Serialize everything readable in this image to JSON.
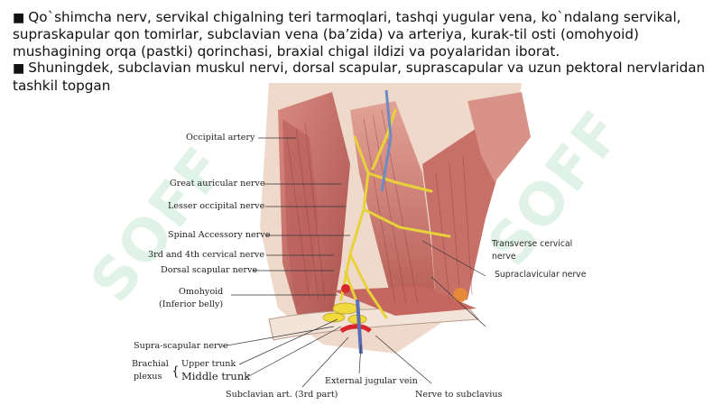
{
  "bullets": [
    "Qo`shimcha nerv, servikal chigalning teri tarmoqlari, tashqi yugular vena, ko`ndalang servikal, supraskapular qon tomirlar, subclavian vena (ba’zida) va arteriya, kurak-til osti (omohyoid) mushagining orqa (pastki) qorinchasi, braxial chigal ildizi va poyalaridan iborat.",
    "Shuningdek, subclavian muskul nervi, dorsal scapular, suprascapular va uzun pektoral nervlaridan tashkil topgan"
  ],
  "bullet_glyph": "■",
  "figure_labels": {
    "occipital_artery": "Occipital artery",
    "great_auricular_nerve": "Great auricular nerve",
    "lesser_occipital_nerve": "Lesser occipital nerve",
    "spinal_accessory_nerve": "Spinal Accessory nerve",
    "cervical_nerve": "3rd and 4th cervical nerve",
    "dorsal_scapular_nerve": "Dorsal scapular nerve",
    "omohyoid_line1": "Omohyoid",
    "omohyoid_line2": "(Inferior belly)",
    "suprascapular_nerve": "Supra-scapular nerve",
    "brachial_line1": "Brachial",
    "brachial_line2": "plexus",
    "upper_trunk": "Upper trunk",
    "middle_trunk": "Middle trunk",
    "subclavian_art": "Subclavian art. (3rd part)",
    "external_jugular_vein": "External jugular vein",
    "nerve_to_subclavius": "Nerve to subclavius",
    "transverse_cervical": "Transverse cervical nerve",
    "supraclavicular": "Supraclavicular nerve"
  },
  "watermark": "SOFF",
  "colors": {
    "muscle": "#c8706a",
    "muscle_dark": "#9e4a46",
    "nerve": "#e8d23a",
    "artery": "#d8262a",
    "vein": "#5a6fb8",
    "skin": "#eed7c9",
    "watermark": "#8fd3a8"
  }
}
